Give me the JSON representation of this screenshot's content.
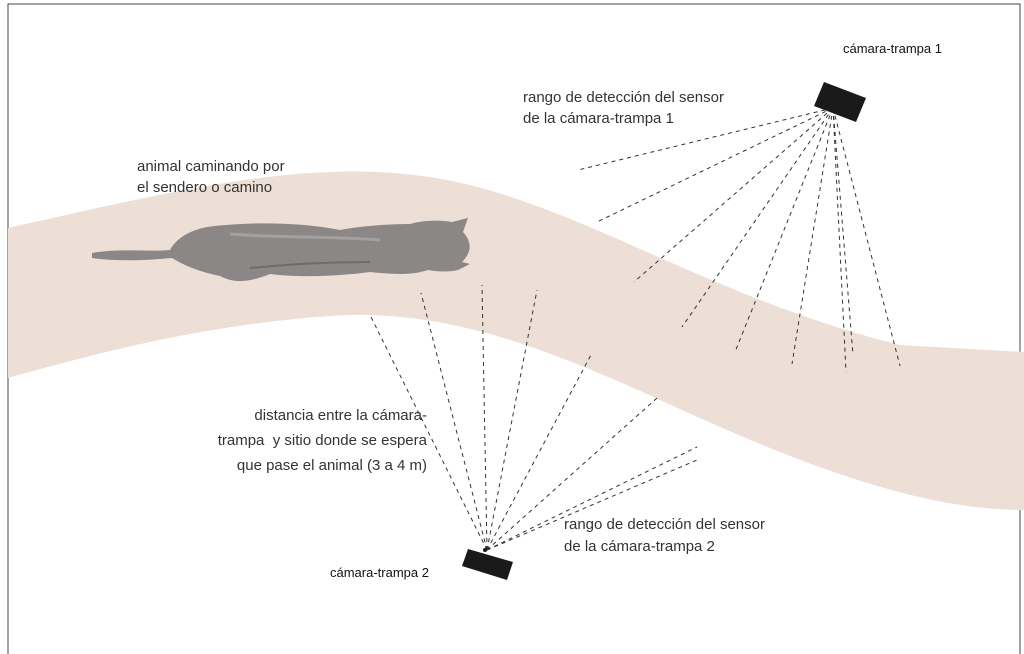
{
  "diagram": {
    "colors": {
      "path": "#eddfd5",
      "camera": "#1a1a1a",
      "dash": "#333333",
      "animal": "#8a8786",
      "border": "#444444"
    },
    "labels": {
      "camera1": "cámara-trampa 1",
      "camera2": "cámara-trampa 2",
      "range1": [
        "rango de detección del sensor",
        "de la cámara-trampa 1"
      ],
      "range2": [
        "rango de detección del sensor",
        "de la cámara-trampa 2"
      ],
      "animal": [
        "animal caminando por",
        "el sendero o camino"
      ],
      "distance": [
        "distancia entre la cámara-",
        "trampa  y sitio donde se espera",
        "que pase el animal (3 a 4 m)"
      ]
    },
    "icons": {
      "camera": "camera-trap-icon",
      "animal": "puma-animal-icon"
    }
  }
}
